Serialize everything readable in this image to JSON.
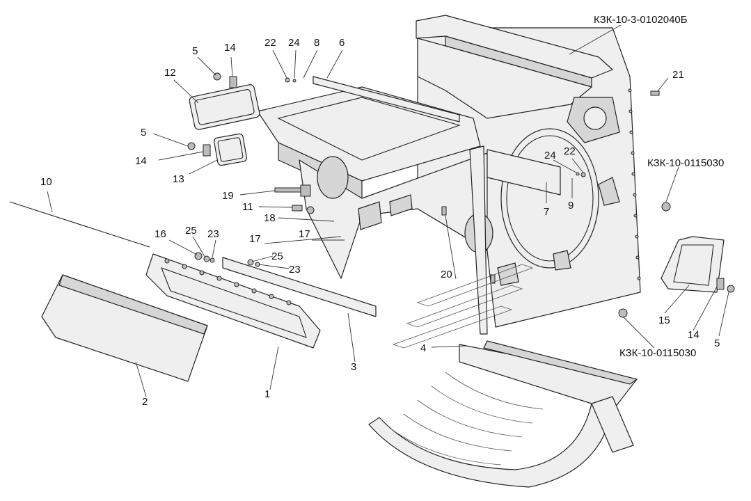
{
  "callouts": [
    {
      "id": "c-kzk-main",
      "text": "КЗК-10-3-0102040Б"
    },
    {
      "id": "c-kzk-0115030-a",
      "text": "КЗК-10-0115030"
    },
    {
      "id": "c-kzk-0115030-b",
      "text": "КЗК-10-0115030"
    },
    {
      "id": "c-5a",
      "text": "5"
    },
    {
      "id": "c-14a",
      "text": "14"
    },
    {
      "id": "c-12",
      "text": "12"
    },
    {
      "id": "c-5b",
      "text": "5"
    },
    {
      "id": "c-14b",
      "text": "14"
    },
    {
      "id": "c-13",
      "text": "13"
    },
    {
      "id": "c-22a",
      "text": "22"
    },
    {
      "id": "c-24a",
      "text": "24"
    },
    {
      "id": "c-8",
      "text": "8"
    },
    {
      "id": "c-6",
      "text": "6"
    },
    {
      "id": "c-21",
      "text": "21"
    },
    {
      "id": "c-24b",
      "text": "24"
    },
    {
      "id": "c-22b",
      "text": "22"
    },
    {
      "id": "c-7",
      "text": "7"
    },
    {
      "id": "c-9",
      "text": "9"
    },
    {
      "id": "c-19",
      "text": "19"
    },
    {
      "id": "c-11",
      "text": "11"
    },
    {
      "id": "c-18",
      "text": "18"
    },
    {
      "id": "c-10",
      "text": "10"
    },
    {
      "id": "c-16",
      "text": "16"
    },
    {
      "id": "c-25a",
      "text": "25"
    },
    {
      "id": "c-23a",
      "text": "23"
    },
    {
      "id": "c-17a",
      "text": "17"
    },
    {
      "id": "c-17b",
      "text": "17"
    },
    {
      "id": "c-25b",
      "text": "25"
    },
    {
      "id": "c-23b",
      "text": "23"
    },
    {
      "id": "c-20",
      "text": "20"
    },
    {
      "id": "c-4",
      "text": "4"
    },
    {
      "id": "c-3",
      "text": "3"
    },
    {
      "id": "c-1",
      "text": "1"
    },
    {
      "id": "c-2",
      "text": "2"
    },
    {
      "id": "c-15",
      "text": "15"
    },
    {
      "id": "c-14c",
      "text": "14"
    },
    {
      "id": "c-5c",
      "text": "5"
    }
  ]
}
